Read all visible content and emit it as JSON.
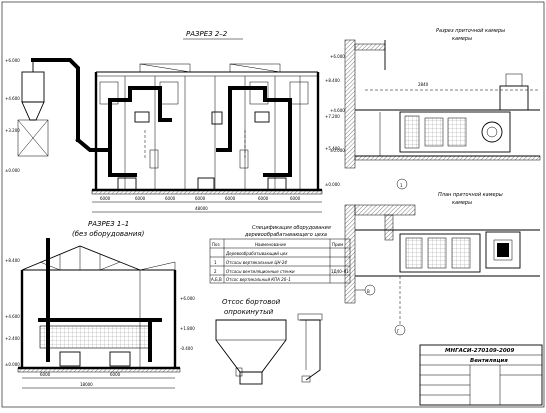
{
  "drawing": {
    "section_22_title": "РАЗРЕЗ 2–2",
    "section_11_title": "РАЗРЕЗ 1–1",
    "section_11_subtitle": "(без оборудования)",
    "supply_section_title": "Разрез приточной камеры",
    "supply_plan_title": "План приточной камеры",
    "spec_title_line1": "Спецификация оборудования",
    "spec_title_line2": "деревообрабатывающего цеха",
    "cyclone_title_line1": "Отсос бортовой",
    "cyclone_title_line2": "опрокинутый",
    "stamp_code": "МНГАСИ-270109-2009",
    "stamp_title": "Вентиляция",
    "axis_1": "1",
    "axis_v": "В",
    "axis_g": "Г"
  },
  "spec_table": {
    "headers": [
      "Поз",
      "Наименование",
      "Прим"
    ],
    "rows": [
      {
        "pos": "",
        "name": "Деревообрабатывающий цех",
        "note": ""
      },
      {
        "pos": "1",
        "name": "Отсасы вертикальные ЦН-24",
        "note": ""
      },
      {
        "pos": "2",
        "name": "Отсасы вентиляционные стенки",
        "note": "1Д40–01"
      },
      {
        "pos": "А,Б,В",
        "name": "Отсос вертикальный КПА 20–1",
        "note": ""
      }
    ]
  },
  "dimensions": {
    "sec22": [
      "6000",
      "6000",
      "6000",
      "6000",
      "6000",
      "6000",
      "6000"
    ],
    "sec22_total": "48000",
    "sec11": [
      "6000",
      "6000"
    ],
    "sec11_total": "18000",
    "elevations": [
      "+6.000",
      "+4.600",
      "+3.200",
      "+2.400",
      "+1.800",
      "±0.000",
      "-0.400",
      "+8.400",
      "+7.200",
      "+5.400"
    ],
    "supply_dim": "2840"
  }
}
